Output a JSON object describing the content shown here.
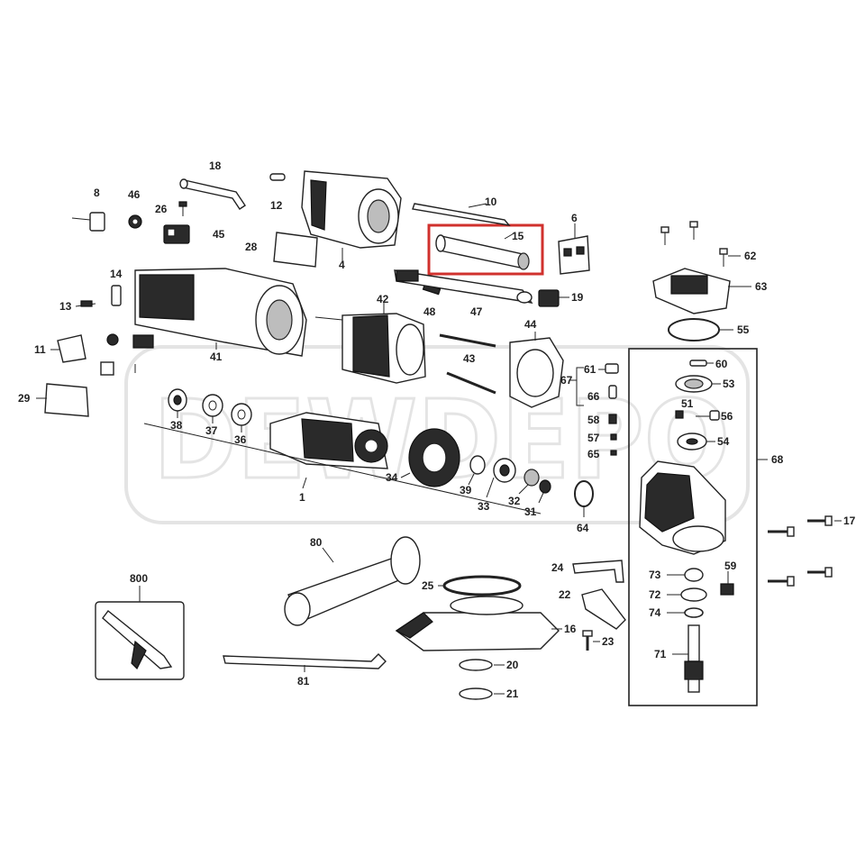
{
  "watermark": {
    "text": "DEWDEPO"
  },
  "highlight": {
    "part": "15",
    "color": "#d0312d"
  },
  "callouts": {
    "p1": "1",
    "p6": "6",
    "p8": "8",
    "p10": "10",
    "p11": "11",
    "p12": "12",
    "p13": "13",
    "p14": "14",
    "p15": "15",
    "p16": "16",
    "p17": "17",
    "p18": "18",
    "p19": "19",
    "p20": "20",
    "p21": "21",
    "p22": "22",
    "p23": "23",
    "p24": "24",
    "p25": "25",
    "p26": "26",
    "p28": "28",
    "p29": "29",
    "p31": "31",
    "p32": "32",
    "p33": "33",
    "p34": "34",
    "p36": "36",
    "p37": "37",
    "p38": "38",
    "p39": "39",
    "p4": "4",
    "p41": "41",
    "p42": "42",
    "p43": "43",
    "p44": "44",
    "p45": "45",
    "p46": "46",
    "p47": "47",
    "p48": "48",
    "p51": "51",
    "p53": "53",
    "p54": "54",
    "p55": "55",
    "p56": "56",
    "p57": "57",
    "p58": "58",
    "p59": "59",
    "p60": "60",
    "p61": "61",
    "p62": "62",
    "p63": "63",
    "p64": "64",
    "p65": "65",
    "p66": "66",
    "p67": "67",
    "p68": "68",
    "p71": "71",
    "p72": "72",
    "p73": "73",
    "p74": "74",
    "p80": "80",
    "p81": "81",
    "p800": "800"
  }
}
